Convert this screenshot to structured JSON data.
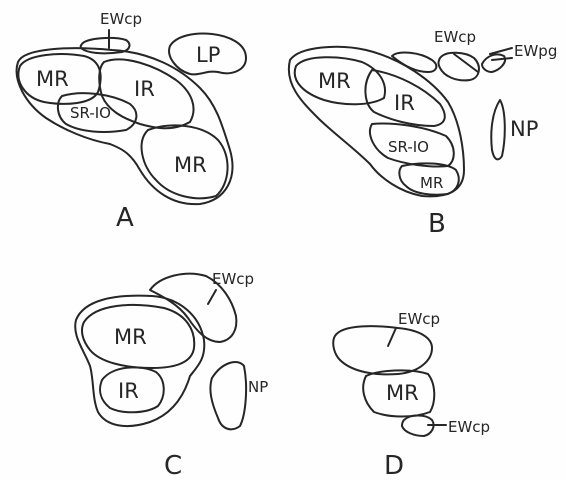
{
  "panels": {
    "a": {
      "letter": "A",
      "ewcp": "EWcp",
      "lp": "LP",
      "mr_left": "MR",
      "ir": "IR",
      "sr_io": "SR-IO",
      "mr_right": "MR"
    },
    "b": {
      "letter": "B",
      "mr": "MR",
      "ir": "IR",
      "sr_io": "SR-IO",
      "mr_small": "MR",
      "ewcp": "EWcp",
      "ewpg": "EWpg",
      "np": "NP"
    },
    "c": {
      "letter": "C",
      "ewcp": "EWcp",
      "mr": "MR",
      "ir": "IR",
      "np": "NP"
    },
    "d": {
      "letter": "D",
      "ewcp_top": "EWcp",
      "mr": "MR",
      "ewcp_bottom": "EWcp"
    }
  },
  "colors": {
    "ink": "#262626",
    "paper": "#fefefe"
  }
}
